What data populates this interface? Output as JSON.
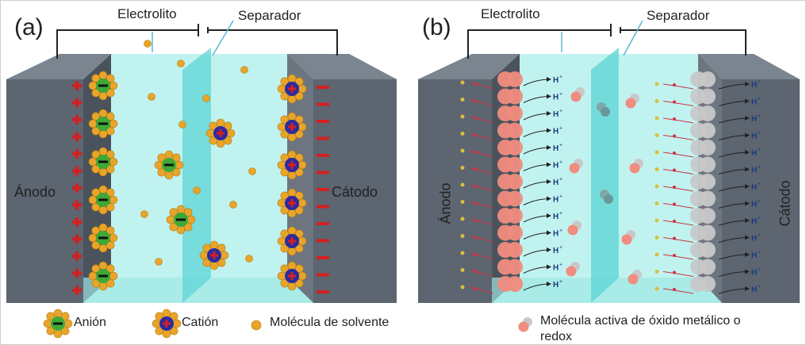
{
  "panel_a": {
    "label": "(a)",
    "electrolyte": "Electrolito",
    "separator": "Separador",
    "anode": "Ánodo",
    "cathode": "Cátodo"
  },
  "panel_b": {
    "label": "(b)",
    "electrolyte": "Electrolito",
    "separator": "Separador",
    "anode": "Ánodo",
    "cathode": "Cátodo",
    "proton": "H",
    "proton_charge": "+"
  },
  "legend": {
    "anion": "Anión",
    "cation": "Catión",
    "solvent": "Molécula de solvente",
    "redox_line1": "Molécula activa de óxido metálico o",
    "redox_line2": "redox"
  },
  "colors": {
    "electrode": "#5c6570",
    "electrode_top": "#7b8590",
    "electrolyte": "#b9f2ee",
    "separator": "#5fd6d6",
    "anion": "#3ea935",
    "cation": "#2d2aa0",
    "solvent": "#e8a52a",
    "positive": "#d42020",
    "redox_red": "#f08c80",
    "redox_grey": "#c8c8c8"
  },
  "icons": [
    "plus-icon",
    "minus-icon",
    "anion-icon",
    "cation-icon",
    "solvent-molecule-icon",
    "redox-molecule-icon",
    "arrow-icon"
  ]
}
